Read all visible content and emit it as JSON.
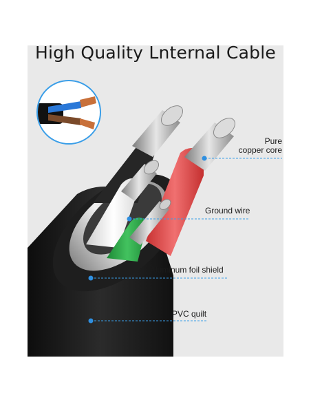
{
  "title": "High Quality Lnternal Cable",
  "callouts": {
    "copper_line1": "Pure",
    "copper_line2": "copper core",
    "ground": "Ground wire",
    "foil": "Aluminum foil shield",
    "pvc": "PVC quilt"
  },
  "colors": {
    "panel": "#e9e9e9",
    "leader": "#3a9ee8",
    "dot": "#2f8fe0",
    "jacket": "#1a1a1a",
    "red_wire": "#e24d4d",
    "green_wire": "#2fa34a",
    "blue_inset": "#2a78d8",
    "copper": "#c8703a"
  },
  "icons": [
    "cable-inset-icon",
    "copper-strand-icon"
  ]
}
